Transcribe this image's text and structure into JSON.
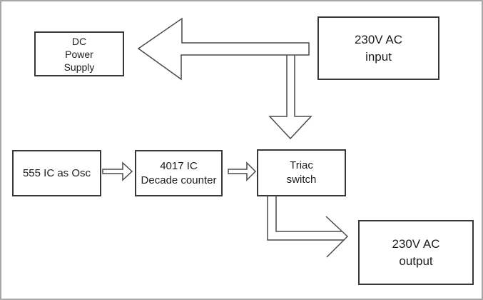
{
  "diagram": {
    "blocks": {
      "dc_power_supply": {
        "lines": [
          "DC",
          "Power",
          "Supply"
        ]
      },
      "ac_input": {
        "lines": [
          "230V AC",
          "input"
        ]
      },
      "osc_555": {
        "lines": [
          "555 IC as Osc"
        ]
      },
      "counter_4017": {
        "lines": [
          "4017 IC",
          "Decade counter"
        ]
      },
      "triac_switch": {
        "lines": [
          "Triac",
          "switch"
        ]
      },
      "ac_output": {
        "lines": [
          "230V AC",
          "output"
        ]
      }
    },
    "connections": [
      {
        "from": "230V AC input",
        "to": "DC Power Supply",
        "type": "block-arrow"
      },
      {
        "from": "230V AC input",
        "to": "Triac switch",
        "type": "block-arrow"
      },
      {
        "from": "555 IC as Osc",
        "to": "4017 IC Decade counter",
        "type": "block-arrow"
      },
      {
        "from": "4017 IC Decade counter",
        "to": "Triac switch",
        "type": "block-arrow"
      },
      {
        "from": "Triac switch",
        "to": "230V AC output",
        "type": "block-arrow"
      }
    ],
    "colors": {
      "background": "#ffffff",
      "outer_border": "#a8a8a8",
      "line": "#4a4a4a",
      "box_border": "#383838",
      "text": "#1d1d1d"
    }
  }
}
